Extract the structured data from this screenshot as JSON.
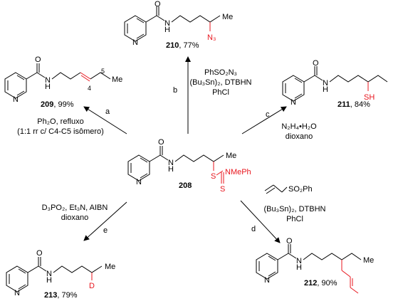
{
  "compounds": {
    "c208": {
      "number": "208"
    },
    "c209": {
      "number": "209",
      "yield": ", 99%",
      "locant_5": "5",
      "locant_4": "4"
    },
    "c210": {
      "number": "210",
      "yield": ", 77%"
    },
    "c211": {
      "number": "211",
      "yield": ", 84%"
    },
    "c212": {
      "number": "212",
      "yield": ", 90%"
    },
    "c213": {
      "number": "213",
      "yield": ", 79%"
    }
  },
  "atoms": {
    "O": "O",
    "N": "N",
    "H": "H",
    "Me": "Me",
    "S": "S",
    "NMePh": "NMePh",
    "N3": "N₃",
    "SH": "SH",
    "D": "D"
  },
  "reactions": {
    "a": {
      "letter": "a",
      "line1": "Ph₂O, refluxo",
      "line2": "(1:1 rr c/ C4-C5 isômero)"
    },
    "b": {
      "letter": "b",
      "line1": "PhSO₂N₃",
      "line2": "(Bu₃Sn)₂, DTBHN",
      "line3": "PhCl"
    },
    "c": {
      "letter": "c",
      "line1": "N₂H₄•H₂O",
      "line2": "dioxano"
    },
    "d": {
      "letter": "d",
      "reagent": "SO₂Ph",
      "line2": "(Bu₃Sn)₂, DTBHN",
      "line3": "PhCl"
    },
    "e": {
      "letter": "e",
      "line1": "D₃PO₂, Et₃N, AIBN",
      "line2": "dioxano"
    }
  },
  "colors": {
    "highlight": "#e8161e",
    "ink": "#000000"
  }
}
